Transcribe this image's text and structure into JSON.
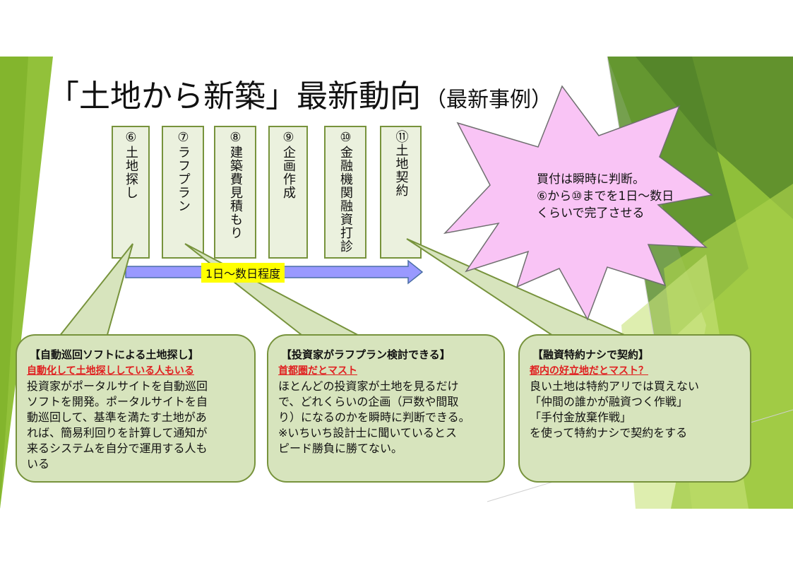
{
  "title": {
    "main": "「土地から新築」最新動向",
    "sub": "（最新事例）"
  },
  "steps": [
    {
      "label": "⑥土地探し"
    },
    {
      "label": "⑦ラフプラン"
    },
    {
      "label": "⑧建築費見積もり"
    },
    {
      "label": "⑨企画作成"
    },
    {
      "label": "⑩金融機関融資打診"
    },
    {
      "label": "⑪土地契約"
    }
  ],
  "timeline": {
    "label": "1日～数日程度"
  },
  "star": {
    "lines": [
      "買付は瞬時に判断。",
      "⑥から⑩までを1日～数日",
      "くらいで完了させる"
    ]
  },
  "cards": [
    {
      "heading": "【自動巡回ソフトによる土地探し】",
      "highlight": "自動化して土地探ししている人もいる",
      "lines": [
        "投資家がポータルサイトを自動巡回",
        "ソフトを開発。ポータルサイトを自",
        "動巡回して、基準を満たす土地があ",
        "れば、簡易利回りを計算して通知が",
        "来るシステムを自分で運用する人も",
        "いる"
      ]
    },
    {
      "heading": "【投資家がラフプラン検討できる】",
      "highlight": "首都圏だとマスト",
      "lines": [
        "ほとんどの投資家が土地を見るだけ",
        "で、どれくらいの企画（戸数や間取",
        "り）になるのかを瞬時に判断できる。",
        "※いちいち設計士に聞いているとス",
        "ピード勝負に勝てない。"
      ]
    },
    {
      "heading": "【融資特約ナシで契約】",
      "highlight": "都内の好立地だとマスト？",
      "lines": [
        "良い土地は特約アリでは買えない",
        "「仲間の誰かが融資つく作戦」",
        "「手付金放棄作戦」",
        "を使って特約ナシで契約をする"
      ]
    }
  ],
  "colors": {
    "green_dark": "#77933c",
    "green_light": "#d7e4bd",
    "step_fill": "#ebf1de",
    "star_fill": "#f9c4f5",
    "highlight_red": "#e02020",
    "timeline_yellow": "#ffff00",
    "arrow_fill": "#9999ff"
  }
}
